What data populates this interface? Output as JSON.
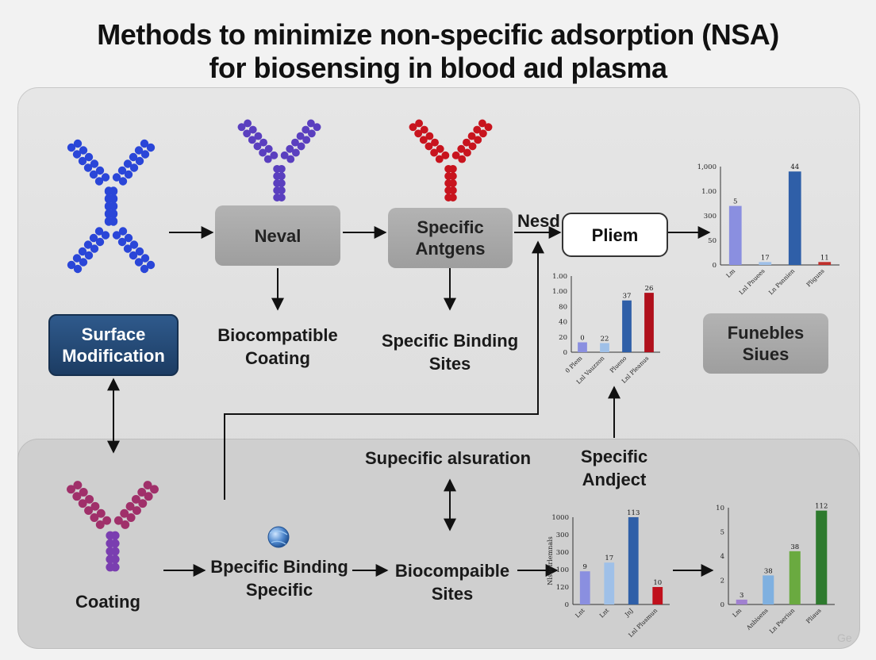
{
  "title": {
    "line1": "Methods to minimize  non-specific adsorption (NSA)",
    "line2": "for biosensing in blood aıd plasma"
  },
  "nodes": {
    "surface_modification": "Surface Modification",
    "neval": "Neval",
    "specific_antgens": "Specific Antgens",
    "nesd": "Nesd",
    "pliem": "Pliem",
    "funebles_siues": "Funebles Siues",
    "biocompatible_coating": "Biocompatible Coating",
    "specific_binding_sites": "Specific Binding Sites",
    "supecific_alsuration": "Supecific alsuration",
    "specific_andject": "Specific Andject",
    "coating": "Coating",
    "bpecific_binding_specific": "Bpecific Binding Specific",
    "biocompaible_sites": "Biocompaible Sites"
  },
  "colors": {
    "antibody_blue": "#2a46d8",
    "antibody_indigo": "#5a3fbf",
    "antibody_red": "#c8141e",
    "antibody_purple_arms": "#a0306a",
    "antibody_purple_stem": "#7a3eb0",
    "navy_box": "#1f3f66",
    "grey_box": "#a8a8a8"
  },
  "icons": [
    "antibody-icon",
    "globe-icon",
    "arrow-icon"
  ],
  "watermark": "Ge",
  "chart_data": [
    {
      "id": "chart-top-right",
      "type": "bar",
      "y_ticks": [
        "1,000",
        "1.00",
        "300",
        "50",
        "0"
      ],
      "categories": [
        "Lm",
        "Lnl Pnuees",
        "Ln Psnnien",
        "Pliguns"
      ],
      "values": [
        0.6,
        0.03,
        0.95,
        0.03
      ],
      "data_labels": [
        "5",
        "17",
        "44",
        "11"
      ],
      "colors": [
        "#8a8fe0",
        "#9fc0e8",
        "#2f5fa8",
        "#c0302c"
      ]
    },
    {
      "id": "chart-middle",
      "type": "bar",
      "y_ticks": [
        "1.00",
        "1.00",
        "80",
        "40",
        "20",
        "0"
      ],
      "categories": [
        "0 Plem",
        "Lnl Vauzzon",
        "Plueno",
        "Lnl Pleanus"
      ],
      "values": [
        0.13,
        0.12,
        0.68,
        0.78
      ],
      "data_labels": [
        "0",
        "22",
        "37",
        "26"
      ],
      "colors": [
        "#8a8fe0",
        "#9fc0e8",
        "#2f5fa8",
        "#b0101c"
      ]
    },
    {
      "id": "chart-bottom-middle",
      "type": "bar",
      "y_ticks": [
        "1000",
        "300",
        "300",
        "100",
        "120",
        "0"
      ],
      "categories": [
        "Lnt",
        "Lnt",
        "JnJ",
        "Lnl Plusmun"
      ],
      "values": [
        0.38,
        0.48,
        1.0,
        0.2
      ],
      "data_labels": [
        "9",
        "17",
        "113",
        "10"
      ],
      "colors": [
        "#8a8fe0",
        "#9fc0e8",
        "#2f5fa8",
        "#c0101c"
      ],
      "ylabel": "Nlsuelrlemnals"
    },
    {
      "id": "chart-bottom-right",
      "type": "bar",
      "y_ticks": [
        "10",
        "5",
        "4",
        "2",
        "0"
      ],
      "categories": [
        "Lm",
        "Anbisens",
        "Ln Pseriun",
        "Pliaus"
      ],
      "values": [
        0.05,
        0.3,
        0.55,
        0.97
      ],
      "data_labels": [
        "3",
        "38",
        "38",
        "112"
      ],
      "colors": [
        "#a080d0",
        "#7fb0e0",
        "#6aaa40",
        "#2e7a2e"
      ]
    }
  ]
}
